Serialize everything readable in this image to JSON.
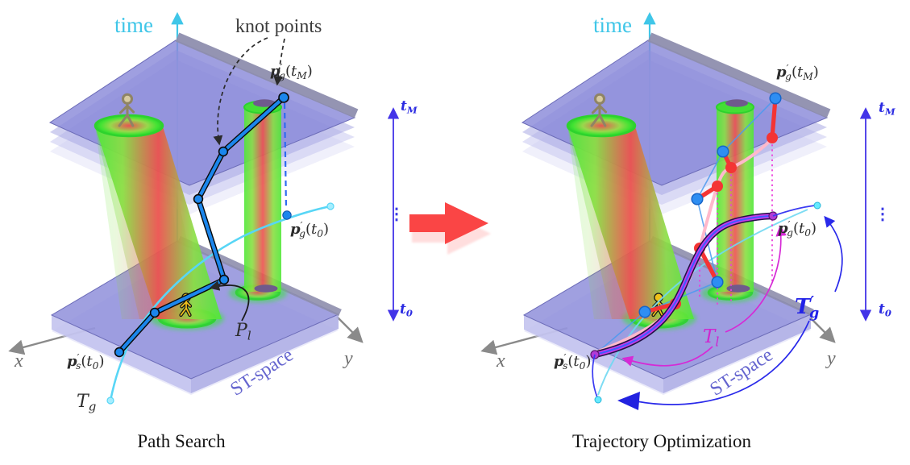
{
  "panels": [
    {
      "caption": "Path Search",
      "time_axis_label": "time",
      "annotation_knot_points": "knot points",
      "x_axis": "x",
      "y_axis": "y",
      "st_space": "ST-space",
      "ellipsis": "⋮",
      "t_max": [
        [
          "bi",
          "t"
        ],
        [
          "sub",
          "M"
        ]
      ],
      "t_min": [
        [
          "bi",
          "t"
        ],
        [
          "sub",
          "0"
        ]
      ],
      "goal_tM": [
        [
          "bi",
          "p"
        ],
        [
          "sup",
          "′"
        ],
        [
          "sub",
          "g"
        ],
        [
          "n",
          "("
        ],
        [
          "it",
          "t"
        ],
        [
          "sub",
          "M"
        ],
        [
          "n",
          ")"
        ]
      ],
      "goal_t0": [
        [
          "bi",
          "p"
        ],
        [
          "sup",
          "′"
        ],
        [
          "sub",
          "g"
        ],
        [
          "n",
          "("
        ],
        [
          "it",
          "t"
        ],
        [
          "sub",
          "0"
        ],
        [
          "n",
          ")"
        ]
      ],
      "start_t0": [
        [
          "bi",
          "p"
        ],
        [
          "sup",
          "′"
        ],
        [
          "sub",
          "s"
        ],
        [
          "n",
          "("
        ],
        [
          "it",
          "t"
        ],
        [
          "sub",
          "0"
        ],
        [
          "n",
          ")"
        ]
      ],
      "search_path": [
        [
          "cal",
          "P"
        ],
        [
          "sub",
          "l"
        ]
      ],
      "global_traj": [
        [
          "cal",
          "T"
        ],
        [
          "sub",
          "g"
        ]
      ]
    },
    {
      "caption": "Trajectory Optimization",
      "time_axis_label": "time",
      "x_axis": "x",
      "y_axis": "y",
      "st_space": "ST-space",
      "ellipsis": "⋮",
      "t_max": [
        [
          "bi",
          "t"
        ],
        [
          "sub",
          "M"
        ]
      ],
      "t_min": [
        [
          "bi",
          "t"
        ],
        [
          "sub",
          "0"
        ]
      ],
      "goal_tM": [
        [
          "bi",
          "p"
        ],
        [
          "sup",
          "′"
        ],
        [
          "sub",
          "g"
        ],
        [
          "n",
          "("
        ],
        [
          "it",
          "t"
        ],
        [
          "sub",
          "M"
        ],
        [
          "n",
          ")"
        ]
      ],
      "goal_t0": [
        [
          "bi",
          "p"
        ],
        [
          "sup",
          "′"
        ],
        [
          "sub",
          "g"
        ],
        [
          "n",
          "("
        ],
        [
          "it",
          "t"
        ],
        [
          "sub",
          "0"
        ],
        [
          "n",
          ")"
        ]
      ],
      "start_t0": [
        [
          "bi",
          "p"
        ],
        [
          "sup",
          "′"
        ],
        [
          "sub",
          "s"
        ],
        [
          "n",
          "("
        ],
        [
          "it",
          "t"
        ],
        [
          "sub",
          "0"
        ],
        [
          "n",
          ")"
        ]
      ],
      "local_traj": [
        [
          "cal",
          "T"
        ],
        [
          "sub",
          "l"
        ]
      ],
      "refined_global_traj": [
        [
          "cal",
          "T"
        ],
        [
          "sup",
          "′"
        ],
        [
          "sub",
          "g"
        ]
      ]
    }
  ],
  "colors": {
    "time_axis": "#3fc6e8",
    "plane_face": "#8a8ad9",
    "plane_band": "#8f8fae",
    "obstacle_green": "#50e838",
    "obstacle_core_red": "#ee4f4f",
    "search_path_blue": "#1b86ec",
    "global_traj_cyan": "#58d6f6",
    "time_scale_blue": "#4334e8",
    "red_arrow": "#fa4545",
    "gradient_red": "#f43434",
    "knot_blue": "#2e8ef2",
    "local_traj_magenta": "#c73bea",
    "refined_traj_blue": "#3f5cff",
    "initial_guess_pink": "#ffb9cb",
    "projection_dotted_magenta": "#ea3fda",
    "st_space_text": "#6565cf",
    "label_dark": "#2c2c2c"
  }
}
